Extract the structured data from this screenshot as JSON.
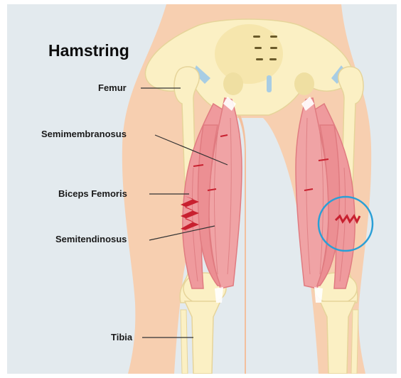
{
  "title": "Hamstring",
  "labels": {
    "femur": "Femur",
    "semimembranosus": "Semimembranosus",
    "biceps_femoris": "Biceps Femoris",
    "semitendinosus": "Semitendinosus",
    "tibia": "Tibia"
  },
  "colors": {
    "background": "#e3eaee",
    "skin": "#f7cfb0",
    "bone": "#fbf0c4",
    "muscle": "#ef9a9d",
    "muscle_dark": "#e07b80",
    "injury": "#c8202f",
    "highlight_circle": "#2a9fd6",
    "cartilage": "#a8cde4"
  }
}
